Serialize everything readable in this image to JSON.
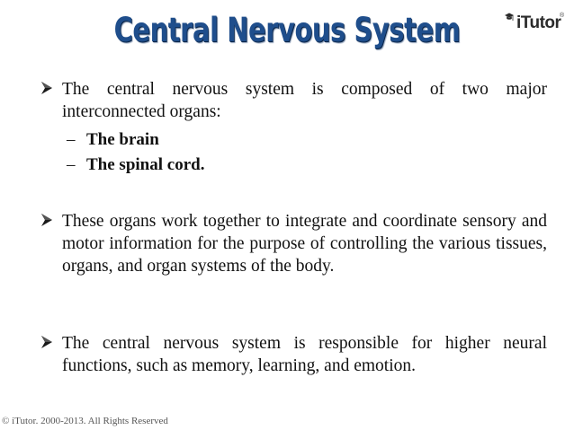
{
  "slide": {
    "title": "Central Nervous System"
  },
  "brand": {
    "name": "iTutor",
    "registered_mark": "®",
    "icon": "graduation-cap-icon"
  },
  "bullets": [
    {
      "icon": "arrow-bullet-icon",
      "text": "The central nervous system is composed of two major interconnected organs:",
      "sub_items": [
        {
          "dash": "–",
          "text": "The brain"
        },
        {
          "dash": "–",
          "text": "The spinal cord."
        }
      ]
    },
    {
      "icon": "arrow-bullet-icon",
      "text": "These organs work together to integrate and coordinate sensory and motor information for the purpose of controlling the various tissues, organs, and organ systems of the body."
    },
    {
      "icon": "arrow-bullet-icon",
      "text": "The central nervous system is responsible for higher neural functions, such as memory, learning, and emotion."
    }
  ],
  "footer": {
    "copyright": "© iTutor. 2000-2013. All Rights Reserved"
  },
  "colors": {
    "title": "#1f4e8c",
    "title_shadow": "#0b2547",
    "text": "#111111"
  }
}
